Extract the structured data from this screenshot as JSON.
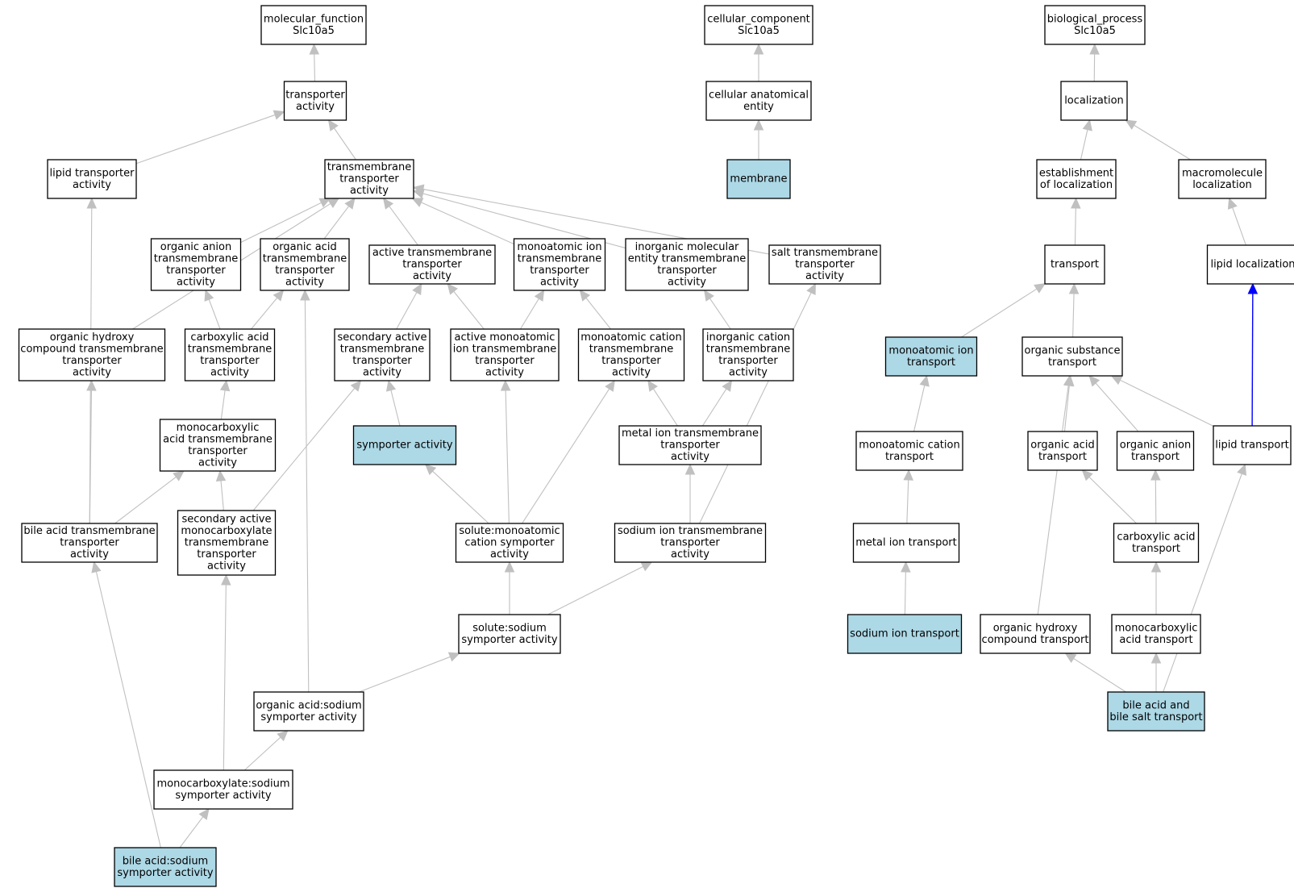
{
  "colors": {
    "highlight": "#add8e6",
    "plain": "#ffffff",
    "edge_default": "#c0c0c0",
    "edge_blue": "#0000ff",
    "border": "#000000"
  },
  "nodes": [
    {
      "id": "mf",
      "lines": [
        "molecular_function",
        "Slc10a5"
      ],
      "hl": false
    },
    {
      "id": "cc",
      "lines": [
        "cellular_component",
        "Slc10a5"
      ],
      "hl": false
    },
    {
      "id": "bp",
      "lines": [
        "biological_process",
        "Slc10a5"
      ],
      "hl": false
    },
    {
      "id": "transporter",
      "lines": [
        "transporter",
        "activity"
      ],
      "hl": false
    },
    {
      "id": "cae",
      "lines": [
        "cellular anatomical",
        "entity"
      ],
      "hl": false
    },
    {
      "id": "localization",
      "lines": [
        "localization"
      ],
      "hl": false
    },
    {
      "id": "lipid_ta",
      "lines": [
        "lipid transporter",
        "activity"
      ],
      "hl": false
    },
    {
      "id": "tmta",
      "lines": [
        "transmembrane",
        "transporter",
        "activity"
      ],
      "hl": false
    },
    {
      "id": "membrane",
      "lines": [
        "membrane"
      ],
      "hl": true
    },
    {
      "id": "est_loc",
      "lines": [
        "establishment",
        "of localization"
      ],
      "hl": false
    },
    {
      "id": "macro_loc",
      "lines": [
        "macromolecule",
        "localization"
      ],
      "hl": false
    },
    {
      "id": "oan_tmta",
      "lines": [
        "organic anion",
        "transmembrane",
        "transporter",
        "activity"
      ],
      "hl": false
    },
    {
      "id": "oac_tmta",
      "lines": [
        "organic acid",
        "transmembrane",
        "transporter",
        "activity"
      ],
      "hl": false
    },
    {
      "id": "active_tmta",
      "lines": [
        "active transmembrane",
        "transporter",
        "activity"
      ],
      "hl": false
    },
    {
      "id": "mai_tmta",
      "lines": [
        "monoatomic ion",
        "transmembrane",
        "transporter",
        "activity"
      ],
      "hl": false
    },
    {
      "id": "inorg_mol_tmta",
      "lines": [
        "inorganic molecular",
        "entity transmembrane",
        "transporter",
        "activity"
      ],
      "hl": false
    },
    {
      "id": "salt_tmta",
      "lines": [
        "salt transmembrane",
        "transporter",
        "activity"
      ],
      "hl": false
    },
    {
      "id": "transport",
      "lines": [
        "transport"
      ],
      "hl": false
    },
    {
      "id": "lipid_loc",
      "lines": [
        "lipid localization"
      ],
      "hl": false
    },
    {
      "id": "ohc_tmta",
      "lines": [
        "organic hydroxy",
        "compound transmembrane",
        "transporter",
        "activity"
      ],
      "hl": false
    },
    {
      "id": "carb_tmta",
      "lines": [
        "carboxylic acid",
        "transmembrane",
        "transporter",
        "activity"
      ],
      "hl": false
    },
    {
      "id": "sec_active",
      "lines": [
        "secondary active",
        "transmembrane",
        "transporter",
        "activity"
      ],
      "hl": false
    },
    {
      "id": "active_mai",
      "lines": [
        "active monoatomic",
        "ion transmembrane",
        "transporter",
        "activity"
      ],
      "hl": false
    },
    {
      "id": "mac_tmta",
      "lines": [
        "monoatomic cation",
        "transmembrane",
        "transporter",
        "activity"
      ],
      "hl": false
    },
    {
      "id": "inorg_cat",
      "lines": [
        "inorganic cation",
        "transmembrane",
        "transporter",
        "activity"
      ],
      "hl": false
    },
    {
      "id": "mai_transport",
      "lines": [
        "monoatomic ion",
        "transport"
      ],
      "hl": true
    },
    {
      "id": "org_sub",
      "lines": [
        "organic substance",
        "transport"
      ],
      "hl": false
    },
    {
      "id": "monocarb_tmta",
      "lines": [
        "monocarboxylic",
        "acid transmembrane",
        "transporter",
        "activity"
      ],
      "hl": false
    },
    {
      "id": "symporter",
      "lines": [
        "symporter activity"
      ],
      "hl": true
    },
    {
      "id": "metal_tmta",
      "lines": [
        "metal ion transmembrane",
        "transporter",
        "activity"
      ],
      "hl": false
    },
    {
      "id": "mac_transport",
      "lines": [
        "monoatomic cation",
        "transport"
      ],
      "hl": false
    },
    {
      "id": "oa_transport",
      "lines": [
        "organic acid",
        "transport"
      ],
      "hl": false
    },
    {
      "id": "oan_transport",
      "lines": [
        "organic anion",
        "transport"
      ],
      "hl": false
    },
    {
      "id": "lipid_transport",
      "lines": [
        "lipid transport"
      ],
      "hl": false
    },
    {
      "id": "bile_tmta",
      "lines": [
        "bile acid transmembrane",
        "transporter",
        "activity"
      ],
      "hl": false
    },
    {
      "id": "sec_monocarb",
      "lines": [
        "secondary active",
        "monocarboxylate",
        "transmembrane",
        "transporter",
        "activity"
      ],
      "hl": false
    },
    {
      "id": "solute_mac",
      "lines": [
        "solute:monoatomic",
        "cation symporter",
        "activity"
      ],
      "hl": false
    },
    {
      "id": "sodium_tmta",
      "lines": [
        "sodium ion transmembrane",
        "transporter",
        "activity"
      ],
      "hl": false
    },
    {
      "id": "metal_transport",
      "lines": [
        "metal ion transport"
      ],
      "hl": false
    },
    {
      "id": "carb_transport",
      "lines": [
        "carboxylic acid",
        "transport"
      ],
      "hl": false
    },
    {
      "id": "solute_sodium",
      "lines": [
        "solute:sodium",
        "symporter activity"
      ],
      "hl": false
    },
    {
      "id": "sodium_transport",
      "lines": [
        "sodium ion transport"
      ],
      "hl": true
    },
    {
      "id": "ohc_transport",
      "lines": [
        "organic hydroxy",
        "compound transport"
      ],
      "hl": false
    },
    {
      "id": "monocarb_transport",
      "lines": [
        "monocarboxylic",
        "acid transport"
      ],
      "hl": false
    },
    {
      "id": "oa_sodium",
      "lines": [
        "organic acid:sodium",
        "symporter activity"
      ],
      "hl": false
    },
    {
      "id": "bile_salt",
      "lines": [
        "bile acid and",
        "bile salt transport"
      ],
      "hl": true
    },
    {
      "id": "monocarb_sodium",
      "lines": [
        "monocarboxylate:sodium",
        "symporter activity"
      ],
      "hl": false
    },
    {
      "id": "bile_sodium",
      "lines": [
        "bile acid:sodium",
        "symporter activity"
      ],
      "hl": true
    }
  ],
  "edges": [
    {
      "from": "transporter",
      "to": "mf"
    },
    {
      "from": "lipid_ta",
      "to": "transporter"
    },
    {
      "from": "tmta",
      "to": "transporter"
    },
    {
      "from": "oan_tmta",
      "to": "tmta"
    },
    {
      "from": "oac_tmta",
      "to": "tmta"
    },
    {
      "from": "active_tmta",
      "to": "tmta"
    },
    {
      "from": "mai_tmta",
      "to": "tmta"
    },
    {
      "from": "inorg_mol_tmta",
      "to": "tmta"
    },
    {
      "from": "salt_tmta",
      "to": "tmta"
    },
    {
      "from": "ohc_tmta",
      "to": "tmta"
    },
    {
      "from": "carb_tmta",
      "to": "oan_tmta"
    },
    {
      "from": "carb_tmta",
      "to": "oac_tmta"
    },
    {
      "from": "monocarb_tmta",
      "to": "carb_tmta"
    },
    {
      "from": "sec_active",
      "to": "active_tmta"
    },
    {
      "from": "active_mai",
      "to": "active_tmta"
    },
    {
      "from": "active_mai",
      "to": "mai_tmta"
    },
    {
      "from": "mac_tmta",
      "to": "mai_tmta"
    },
    {
      "from": "inorg_cat",
      "to": "inorg_mol_tmta"
    },
    {
      "from": "symporter",
      "to": "sec_active"
    },
    {
      "from": "metal_tmta",
      "to": "mac_tmta"
    },
    {
      "from": "metal_tmta",
      "to": "inorg_cat"
    },
    {
      "from": "bile_tmta",
      "to": "lipid_ta"
    },
    {
      "from": "bile_tmta",
      "to": "ohc_tmta"
    },
    {
      "from": "bile_tmta",
      "to": "monocarb_tmta"
    },
    {
      "from": "sec_monocarb",
      "to": "monocarb_tmta"
    },
    {
      "from": "sec_monocarb",
      "to": "sec_active"
    },
    {
      "from": "solute_mac",
      "to": "symporter"
    },
    {
      "from": "solute_mac",
      "to": "active_mai"
    },
    {
      "from": "solute_mac",
      "to": "mac_tmta"
    },
    {
      "from": "sodium_tmta",
      "to": "metal_tmta"
    },
    {
      "from": "sodium_tmta",
      "to": "salt_tmta"
    },
    {
      "from": "solute_sodium",
      "to": "solute_mac"
    },
    {
      "from": "solute_sodium",
      "to": "sodium_tmta"
    },
    {
      "from": "oa_sodium",
      "to": "solute_sodium"
    },
    {
      "from": "oa_sodium",
      "to": "oac_tmta"
    },
    {
      "from": "monocarb_sodium",
      "to": "oa_sodium"
    },
    {
      "from": "monocarb_sodium",
      "to": "sec_monocarb"
    },
    {
      "from": "bile_sodium",
      "to": "monocarb_sodium"
    },
    {
      "from": "bile_sodium",
      "to": "bile_tmta"
    },
    {
      "from": "cae",
      "to": "cc"
    },
    {
      "from": "membrane",
      "to": "cae"
    },
    {
      "from": "localization",
      "to": "bp"
    },
    {
      "from": "est_loc",
      "to": "localization"
    },
    {
      "from": "macro_loc",
      "to": "localization"
    },
    {
      "from": "transport",
      "to": "est_loc"
    },
    {
      "from": "lipid_loc",
      "to": "macro_loc"
    },
    {
      "from": "mai_transport",
      "to": "transport"
    },
    {
      "from": "org_sub",
      "to": "transport"
    },
    {
      "from": "mac_transport",
      "to": "mai_transport"
    },
    {
      "from": "metal_transport",
      "to": "mac_transport"
    },
    {
      "from": "sodium_transport",
      "to": "metal_transport"
    },
    {
      "from": "oa_transport",
      "to": "org_sub"
    },
    {
      "from": "oan_transport",
      "to": "org_sub"
    },
    {
      "from": "lipid_transport",
      "to": "org_sub"
    },
    {
      "from": "lipid_transport",
      "to": "lipid_loc",
      "blue": true
    },
    {
      "from": "ohc_transport",
      "to": "org_sub"
    },
    {
      "from": "carb_transport",
      "to": "oa_transport"
    },
    {
      "from": "carb_transport",
      "to": "oan_transport"
    },
    {
      "from": "monocarb_transport",
      "to": "carb_transport"
    },
    {
      "from": "bile_salt",
      "to": "ohc_transport"
    },
    {
      "from": "bile_salt",
      "to": "monocarb_transport"
    },
    {
      "from": "bile_salt",
      "to": "lipid_transport"
    }
  ]
}
